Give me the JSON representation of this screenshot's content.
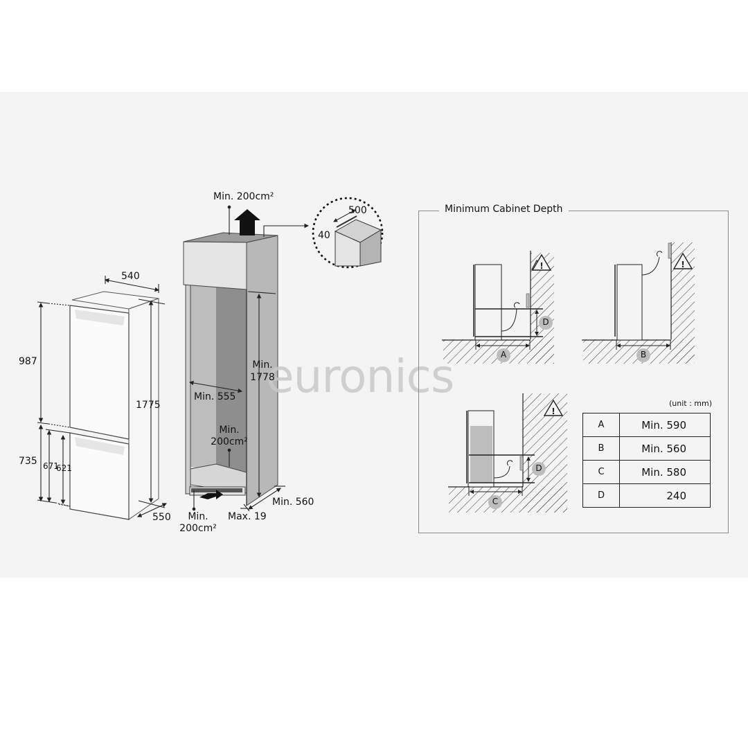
{
  "fridge": {
    "width": "540",
    "depth": "550",
    "height_total": "1775",
    "upper_door_height": "987",
    "lower_door_height": "735",
    "lower_inner_1": "671",
    "lower_inner_2": "621"
  },
  "cabinet": {
    "top_vent": "Min. 200cm²",
    "inner_width": "Min. 555",
    "inner_height_line1": "Min.",
    "inner_height_line2": "1778",
    "rear_vent_line1": "Min.",
    "rear_vent_line2": "200cm²",
    "bottom_vent_line1": "Min.",
    "bottom_vent_line2": "200cm²",
    "plinth_gap": "Max. 19",
    "depth": "Min. 560",
    "detail_width": "500",
    "detail_height": "40"
  },
  "depth_panel": {
    "title": "Minimum Cabinet Depth",
    "unit_note": "(unit : mm)",
    "diagram_labels": [
      "A",
      "B",
      "C",
      "D"
    ],
    "table": [
      {
        "key": "A",
        "value": "Min. 590"
      },
      {
        "key": "B",
        "value": "Min. 560"
      },
      {
        "key": "C",
        "value": "Min. 580"
      },
      {
        "key": "D",
        "value": "240"
      }
    ]
  },
  "watermark": "euronics",
  "colors": {
    "band": "#f4f4f4",
    "cabinet_front": "#e2e2e2",
    "cabinet_side": "#b8b8b8",
    "cabinet_inner": "#8e8e8e",
    "line": "#222222",
    "badge": "#bdbdbd"
  }
}
